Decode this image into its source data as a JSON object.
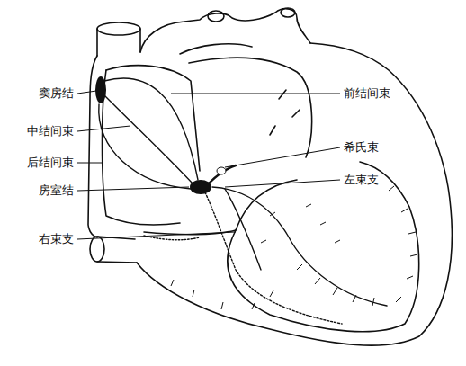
{
  "diagram": {
    "labels": [
      "窦房结",
      "前结间束",
      "中结间束",
      "希氏束",
      "后结间束",
      "左束支",
      "房室结",
      "右束支"
    ]
  }
}
